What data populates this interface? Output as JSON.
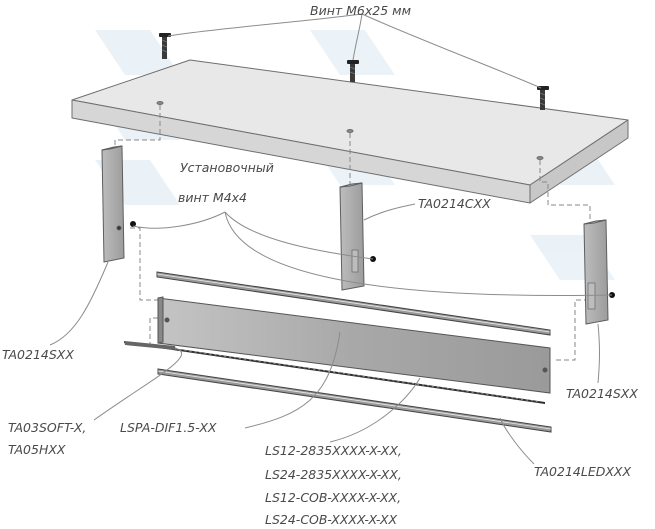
{
  "labels": {
    "screw_top": "Винт М6х25 мм",
    "install_line1": "Установочный",
    "install_line2": "винт М4х4",
    "bracket_center": "TA0214CXX",
    "bracket_left": "TA0214SXX",
    "bracket_right": "TA0214SXX",
    "end_cap_line1": "TA03SOFT-X,",
    "end_cap_line2": "TA05HXX",
    "diffuser": "LSPA-DIF1.5-XX",
    "led_strips": [
      "LS12-2835XXXX-X-XX,",
      "LS24-2835XXXX-X-XX,",
      "LS12-COB-XXXX-X-XX,",
      "LS24-COB-XXXX-X-XX"
    ],
    "profile": "TA0214LEDXXX"
  },
  "colors": {
    "board_top": "#e8e8e8",
    "board_front": "#d9d9d9",
    "board_side": "#c9c9c9",
    "outline": "#6e6e6e",
    "metal": "#a9a9a9",
    "metal_dark": "#8a8a8a",
    "leader": "#8c8c8c",
    "watermark": "#cfe0ee"
  }
}
